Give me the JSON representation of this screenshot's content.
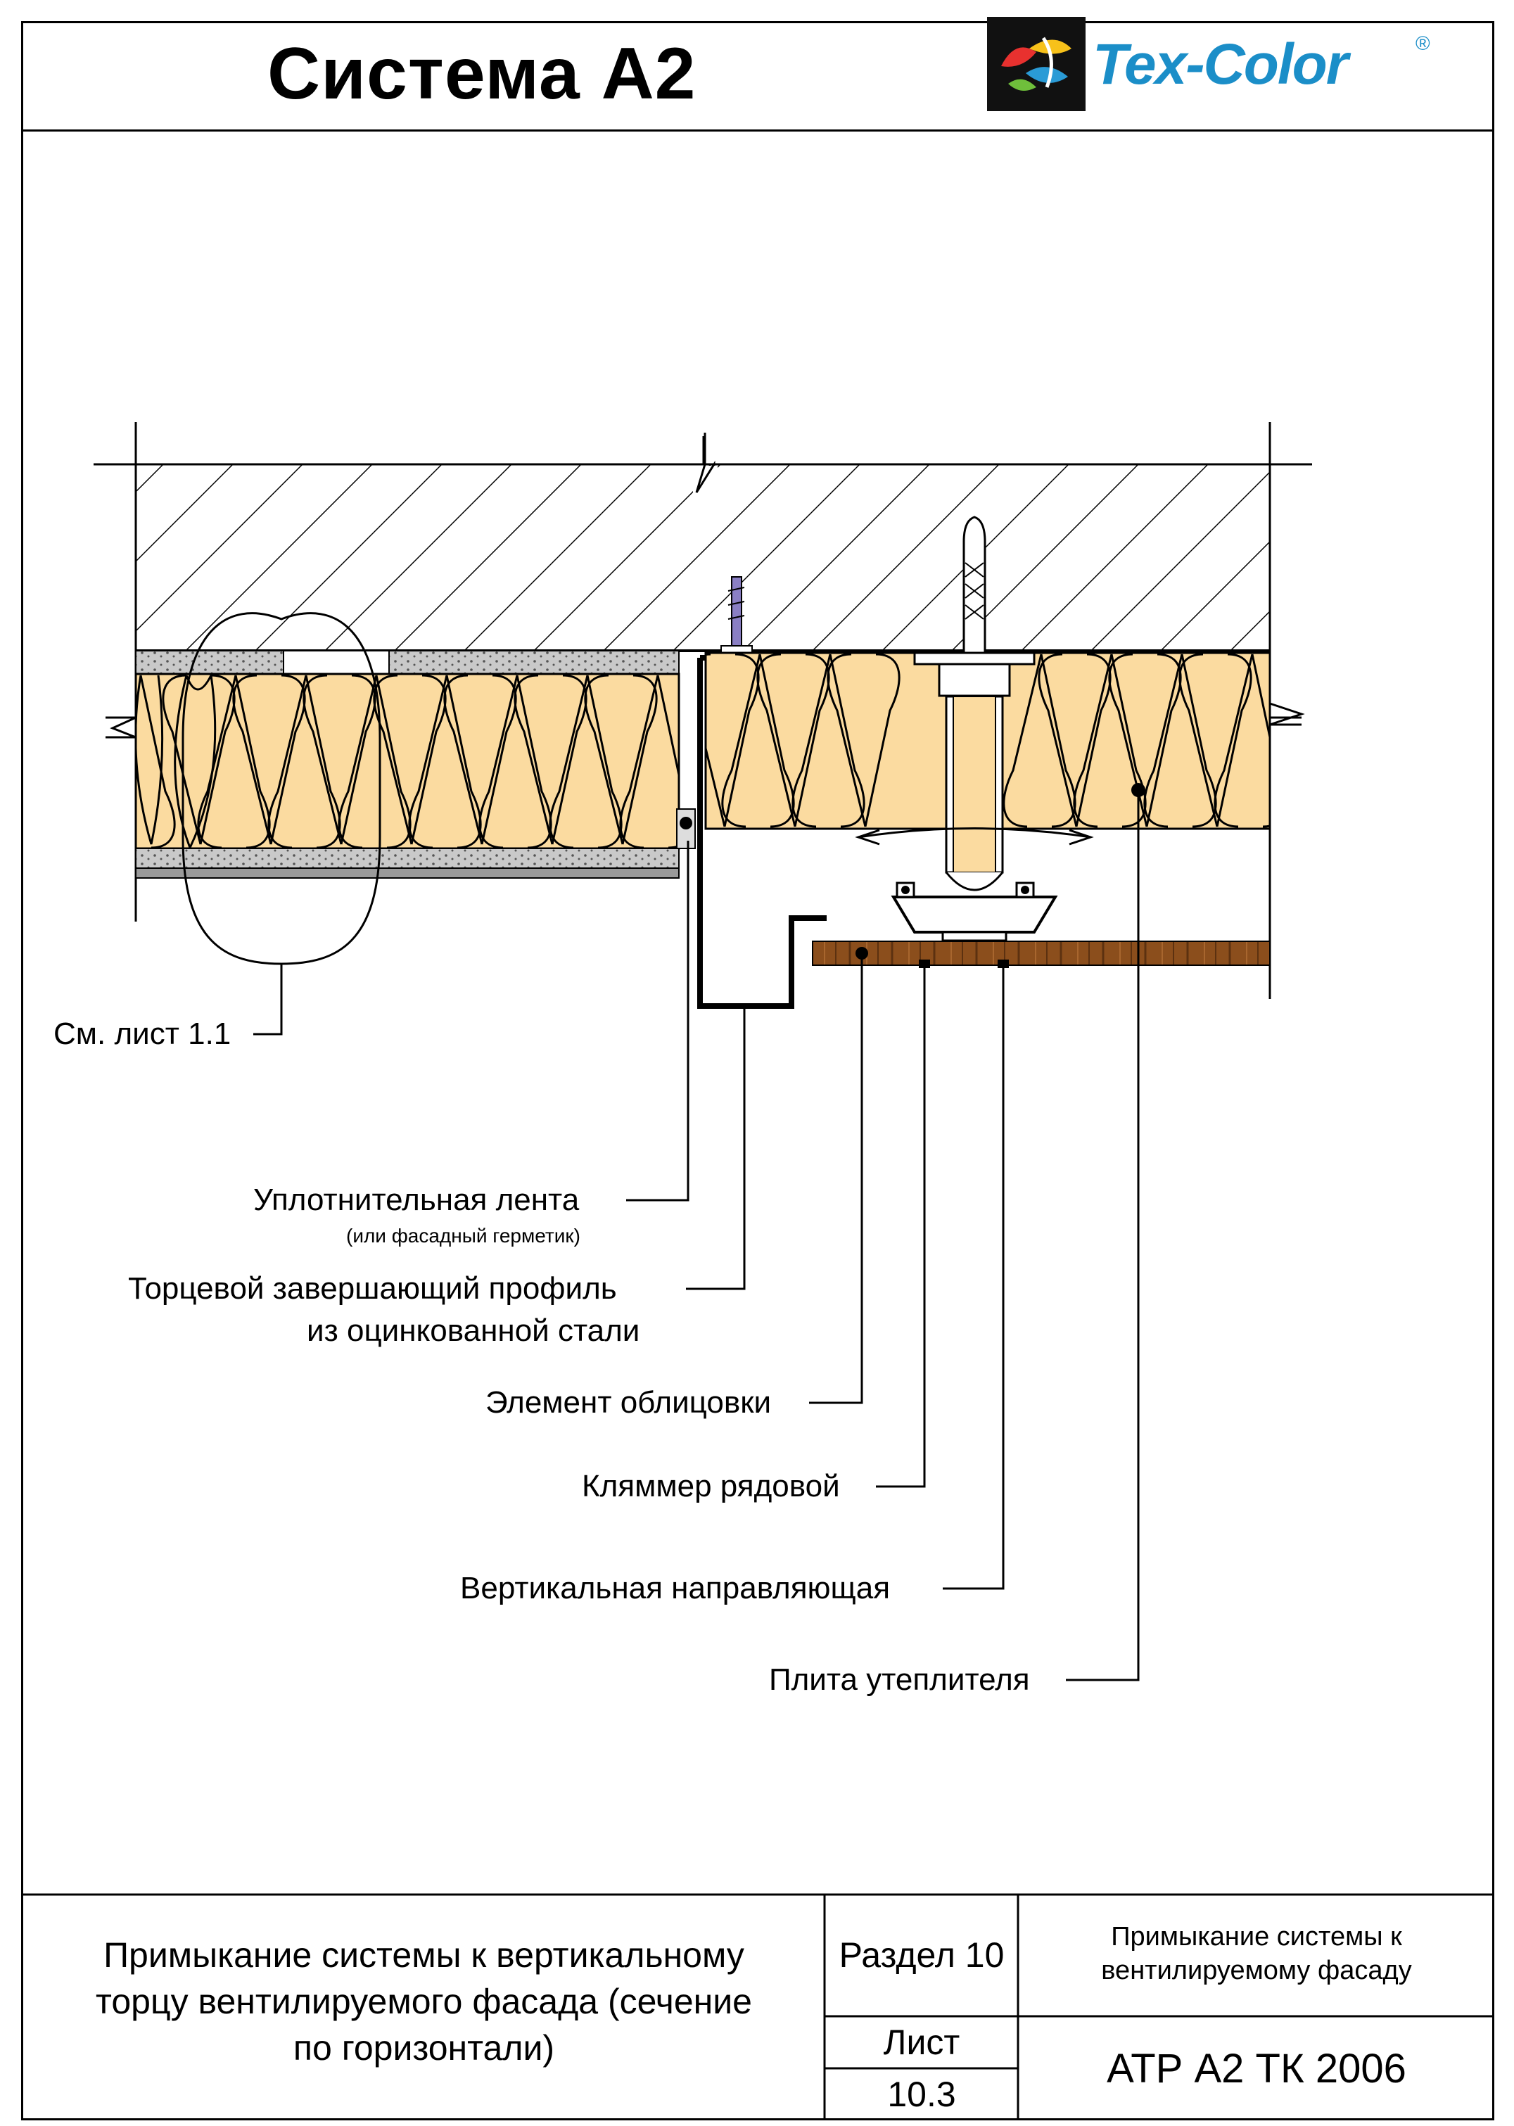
{
  "header": {
    "title": "Система А2",
    "logo_text": "Tex-Color",
    "logo_mark": "®"
  },
  "callouts": {
    "see_sheet": "См. лист 1.1",
    "sealing_tape": "Уплотнительная лента",
    "sealing_tape_note": "(или фасадный герметик)",
    "end_profile_line1": "Торцевой завершающий профиль",
    "end_profile_line2": "из оцинкованной стали",
    "cladding": "Элемент облицовки",
    "clamp": "Кляммер рядовой",
    "vertical_rail": "Вертикальная направляющая",
    "insulation": "Плита утеплителя"
  },
  "title_block": {
    "description_line1": "Примыкание системы к вертикальному",
    "description_line2": "торцу вентилируемого фасада (сечение",
    "description_line3": "по горизонтали)",
    "section": "Раздел 10",
    "sheet_label": "Лист",
    "sheet_number": "10.3",
    "subject_line1": "Примыкание системы к",
    "subject_line2": "вентилируемому фасаду",
    "code": "АТР А2 ТК 2006"
  },
  "colors": {
    "insulation": "#fbdba0",
    "cladding": "#8b4e1c",
    "fastener": "#8a7fc4",
    "logo_blue": "#1b8ec8"
  }
}
